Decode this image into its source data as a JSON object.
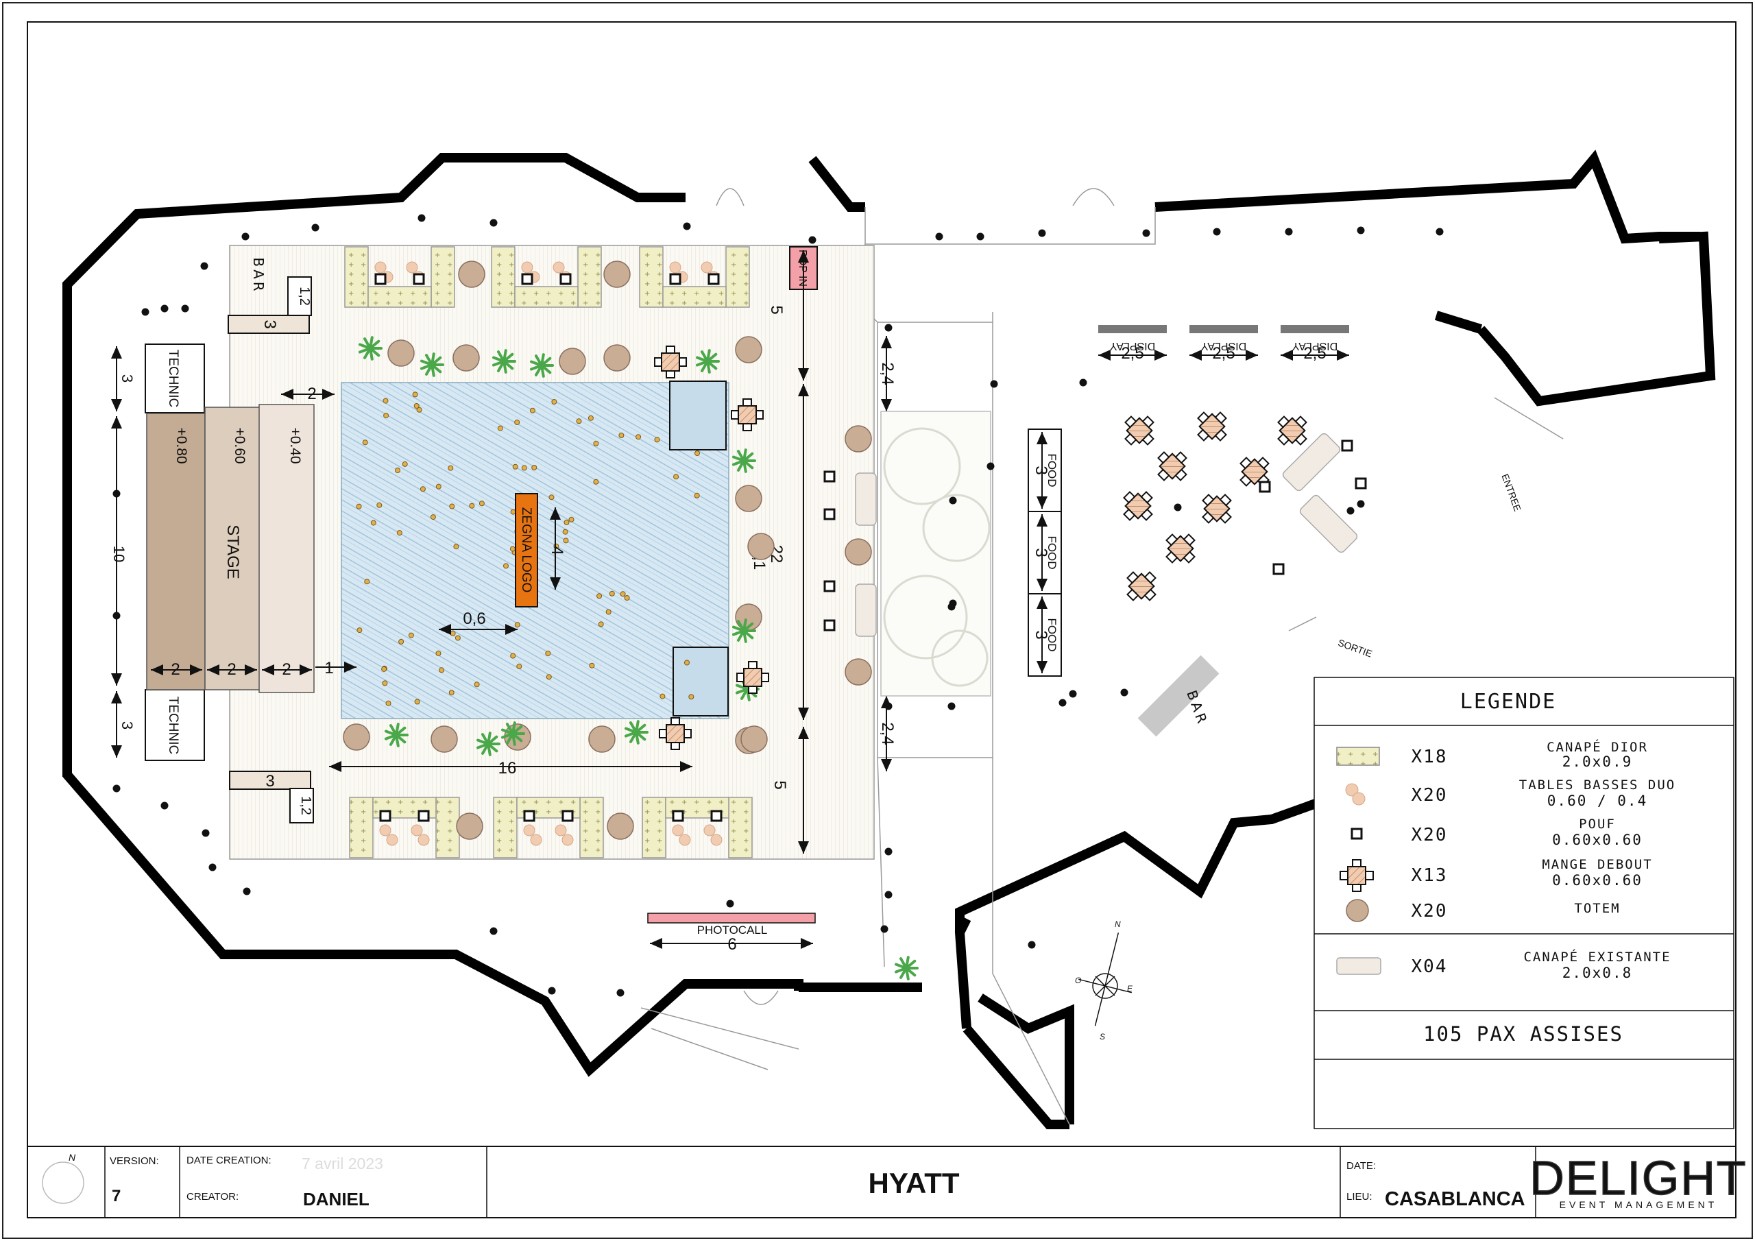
{
  "stage": {
    "technic_top": "TECHNIC",
    "technic_bottom": "TECHNIC",
    "label": "STAGE",
    "levels": [
      "+0.80",
      "+0.60",
      "+0.40"
    ],
    "widths": [
      "2",
      "2",
      "2"
    ]
  },
  "labels": {
    "bar_top": "BAR",
    "bar_right": "BAR",
    "pop_in": "POP IN",
    "zegna_logo": "ZEGNA LOGO",
    "photocall": "PHOTOCALL",
    "displays": [
      "DISPLAY",
      "DISPLAY",
      "DISPLAY"
    ],
    "foods": [
      "FOOD",
      "FOOD",
      "FOOD"
    ],
    "entree": "ENTREE",
    "sortie": "SORTIE"
  },
  "dimensions": {
    "d3_top": "3",
    "d10": "10",
    "d3_bottom": "3",
    "d2_stage": "2",
    "d1": "1",
    "bar_top_w": "1,2",
    "bar_top_l": "3",
    "bar_bot_w": "1,2",
    "bar_bot_l": "3",
    "d5_top": "5",
    "d5_bottom": "5",
    "d22": "22",
    "d12_1": "12,1",
    "d4": "4",
    "d0_6": "0,6",
    "d16": "16",
    "d2_4_top": "2,4",
    "d2_4_bottom": "2,4",
    "display_w": [
      "2,5",
      "2,5",
      "2,5"
    ],
    "food_w": [
      "3",
      "3",
      "3"
    ],
    "photocall_w": "6"
  },
  "compass": {
    "n": "N",
    "s": "S",
    "e": "E",
    "o": "O"
  },
  "legend": {
    "title": "LEGENDE",
    "items": [
      {
        "icon": "sofa-dior-icon",
        "qty": "X18",
        "name": "CANAPÉ DIOR",
        "size": "2.0x0.9"
      },
      {
        "icon": "coffee-table-duo-icon",
        "qty": "X20",
        "name": "TABLES BASSES DUO",
        "size": "0.60 / 0.4"
      },
      {
        "icon": "pouf-icon",
        "qty": "X20",
        "name": "POUF",
        "size": "0.60x0.60"
      },
      {
        "icon": "standing-table-icon",
        "qty": "X13",
        "name": "MANGE DEBOUT",
        "size": "0.60x0.60"
      },
      {
        "icon": "totem-icon",
        "qty": "X20",
        "name": "TOTEM",
        "size": ""
      }
    ],
    "existing": {
      "icon": "existing-sofa-icon",
      "qty": "X04",
      "name": "CANAPÉ EXISTANTE",
      "size": "2.0x0.8"
    },
    "capacity": "105 PAX ASSISES"
  },
  "title_block": {
    "north": "N",
    "version_label": "VERSION:",
    "version": "7",
    "date_creation_label": "DATE CREATION:",
    "date_creation": "7 avril 2023",
    "creator_label": "CREATOR:",
    "creator": "DANIEL",
    "project": "HYATT",
    "date_label": "DATE:",
    "lieu_label": "LIEU:",
    "lieu": "CASABLANCA",
    "brand": "DELIGHT",
    "brand_sub": "EVENT MANAGEMENT"
  },
  "colors": {
    "pool": "#cfe3f0",
    "stage_080": "#c4ab93",
    "stage_060": "#ddcdbd",
    "stage_040": "#efe4dc",
    "sofa": "#f1efc6",
    "totem": "#c9ad95",
    "logo": "#e87411",
    "popin": "#f4a0a8",
    "photocall": "#f4a0a8",
    "plant": "#4aa84a"
  }
}
